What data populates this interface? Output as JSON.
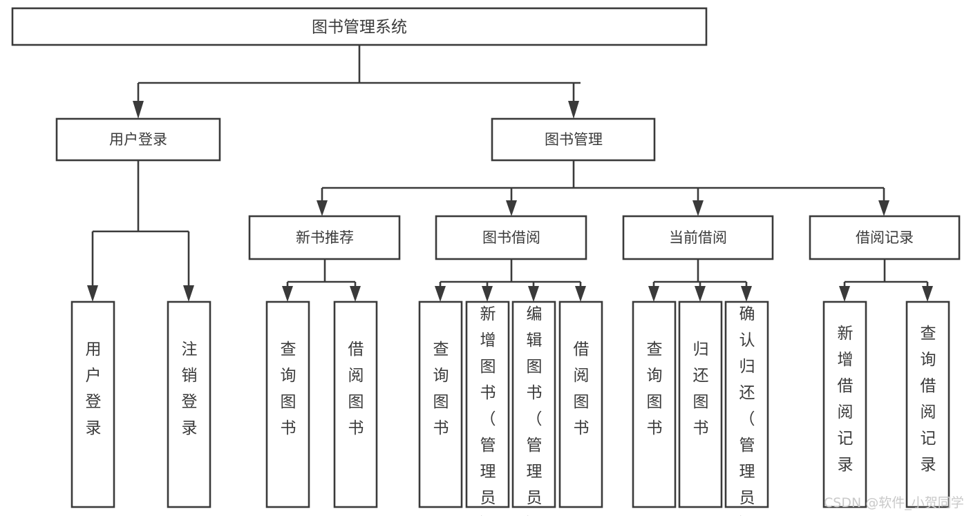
{
  "diagram": {
    "type": "tree-hierarchy-chart",
    "title": "图书管理系统",
    "orientation": "top-down",
    "colors": {
      "stroke": "#3a3a3a",
      "box_fill": "#ffffff",
      "background": "#ffffff",
      "watermark": "#c9c9c9"
    },
    "levels": [
      {
        "level": 1,
        "nodes": [
          {
            "id": "root",
            "label": "图书管理系统",
            "text_orientation": "horizontal"
          }
        ]
      },
      {
        "level": 2,
        "nodes": [
          {
            "id": "login",
            "label": "用户登录",
            "parent": "root",
            "text_orientation": "horizontal"
          },
          {
            "id": "bookmgmt",
            "label": "图书管理",
            "parent": "root",
            "text_orientation": "horizontal"
          }
        ]
      },
      {
        "level": 3,
        "nodes": [
          {
            "id": "newbook",
            "label": "新书推荐",
            "parent": "bookmgmt",
            "text_orientation": "horizontal"
          },
          {
            "id": "borrow",
            "label": "图书借阅",
            "parent": "bookmgmt",
            "text_orientation": "horizontal"
          },
          {
            "id": "current",
            "label": "当前借阅",
            "parent": "bookmgmt",
            "text_orientation": "horizontal"
          },
          {
            "id": "records",
            "label": "借阅记录",
            "parent": "bookmgmt",
            "text_orientation": "horizontal"
          }
        ]
      },
      {
        "level": 4,
        "nodes": [
          {
            "id": "leaf-user-login",
            "label": "用户登录",
            "parent": "login",
            "text_orientation": "vertical"
          },
          {
            "id": "leaf-user-logout",
            "label": "注销登录",
            "parent": "login",
            "text_orientation": "vertical"
          },
          {
            "id": "leaf-new-query",
            "label": "查询图书",
            "parent": "newbook",
            "text_orientation": "vertical"
          },
          {
            "id": "leaf-new-borrow",
            "label": "借阅图书",
            "parent": "newbook",
            "text_orientation": "vertical"
          },
          {
            "id": "leaf-borrow-query",
            "label": "查询图书",
            "parent": "borrow",
            "text_orientation": "vertical"
          },
          {
            "id": "leaf-borrow-add",
            "label": "新增图书（管理员）",
            "parent": "borrow",
            "text_orientation": "vertical"
          },
          {
            "id": "leaf-borrow-edit",
            "label": "编辑图书（管理员）",
            "parent": "borrow",
            "text_orientation": "vertical"
          },
          {
            "id": "leaf-borrow-do",
            "label": "借阅图书",
            "parent": "borrow",
            "text_orientation": "vertical"
          },
          {
            "id": "leaf-current-query",
            "label": "查询图书",
            "parent": "current",
            "text_orientation": "vertical"
          },
          {
            "id": "leaf-current-return",
            "label": "归还图书",
            "parent": "current",
            "text_orientation": "vertical"
          },
          {
            "id": "leaf-current-confirm",
            "label": "确认归还（管理员）",
            "parent": "current",
            "text_orientation": "vertical"
          },
          {
            "id": "leaf-record-add",
            "label": "新增借阅记录",
            "parent": "records",
            "text_orientation": "vertical"
          },
          {
            "id": "leaf-record-query",
            "label": "查询借阅记录",
            "parent": "records",
            "text_orientation": "vertical"
          }
        ]
      }
    ]
  },
  "watermark": {
    "text": "CSDN @软件_小贺同学"
  }
}
